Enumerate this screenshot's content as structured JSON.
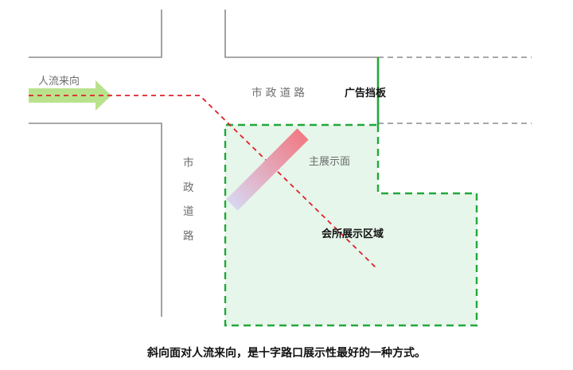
{
  "labels": {
    "flow": "人流来向",
    "road_horizontal": "市 政 道 路",
    "billboard": "广告挡板",
    "road_vertical": [
      "市",
      "政",
      "道",
      "路"
    ],
    "main_face": "主展示面",
    "venue_area": "会所展示区域"
  },
  "caption": "斜向面对人流来向，是十字路口展示性最好的一种方式。",
  "colors": {
    "road_line": "#8c8c8c",
    "dash_gray": "#8c8c8c",
    "red_dash": "#e0202a",
    "green": "#22a83a",
    "area_fill": "#e6f6ea",
    "arrow": "#b9e28c"
  }
}
